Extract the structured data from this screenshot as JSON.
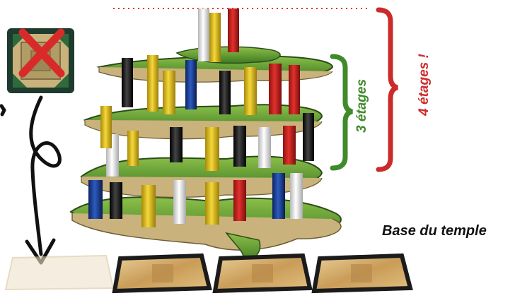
{
  "labels": {
    "three_levels": "3 étages",
    "four_levels": "4 étages !",
    "temple_base": "Base du temple"
  },
  "colors": {
    "green_brace": "#3f8a2a",
    "red_brace": "#cc2b2b",
    "dotted_line": "#d9342b",
    "cross": "#d92a2a",
    "arrow": "#111111",
    "jungle": "#6fa83a",
    "column_red": "#c8201e",
    "column_yellow": "#e6c21a",
    "column_blue": "#1b3f95",
    "column_black": "#1a1a1a",
    "column_white": "#f2f2f2"
  },
  "icons": {
    "temple_card": "discarded-temple-card",
    "cross": "red-x-icon",
    "arrow": "looped-arrow-icon",
    "tiles": "temple-tile-cards"
  }
}
